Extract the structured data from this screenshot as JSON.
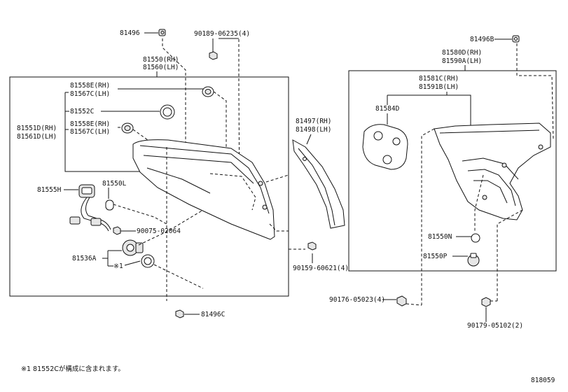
{
  "labels": {
    "p81496": "81496",
    "p90189": "90189-06235(4)",
    "p81550rh": "81550(RH)",
    "p81560lh": "81560(LH)",
    "p81558e": "81558E(RH)",
    "p81567c_a": "81567C(LH)",
    "p81552c": "81552C",
    "p81551d": "81551D(RH)",
    "p81561d": "81561D(LH)",
    "p81558e_b": "81558E(RH)",
    "p81567c_b": "81567C(LH)",
    "p81555h": "81555H",
    "p81550l": "81550L",
    "p90075": "90075-02064",
    "p81536a": "81536A",
    "star1": "※1",
    "p81496c": "81496C",
    "p81497": "81497(RH)",
    "p81498": "81498(LH)",
    "p90159": "90159-60621(4)",
    "p81496b": "81496B",
    "p81580d": "81580D(RH)",
    "p81590a": "81590A(LH)",
    "p81581c": "81581C(RH)",
    "p81591b": "81591B(LH)",
    "p81584d": "81584D",
    "p81550n": "81550N",
    "p81550p": "81550P",
    "p90176": "90176-05023(4)",
    "p90179": "90179-05102(2)"
  },
  "footnote": "※1 81552Cが構成に含まれます。",
  "diagram_id": "818059"
}
